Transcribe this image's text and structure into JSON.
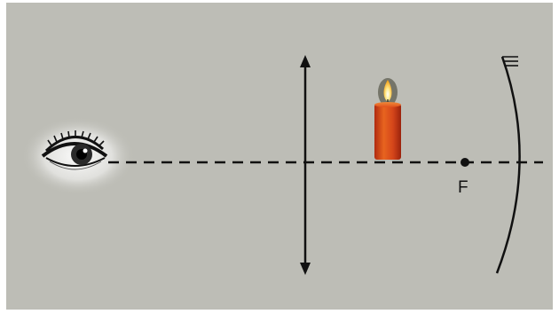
{
  "diagram": {
    "labels": {
      "focus": "F"
    },
    "objects": {
      "eye": "eye-icon",
      "candle": "candle-icon",
      "lens": "converging-lens",
      "mirror": "concave-mirror"
    },
    "colors": {
      "background": "#bdbdb6",
      "line": "#111111",
      "candle_body": "#e0501c",
      "flame": "#ffd94a"
    }
  }
}
